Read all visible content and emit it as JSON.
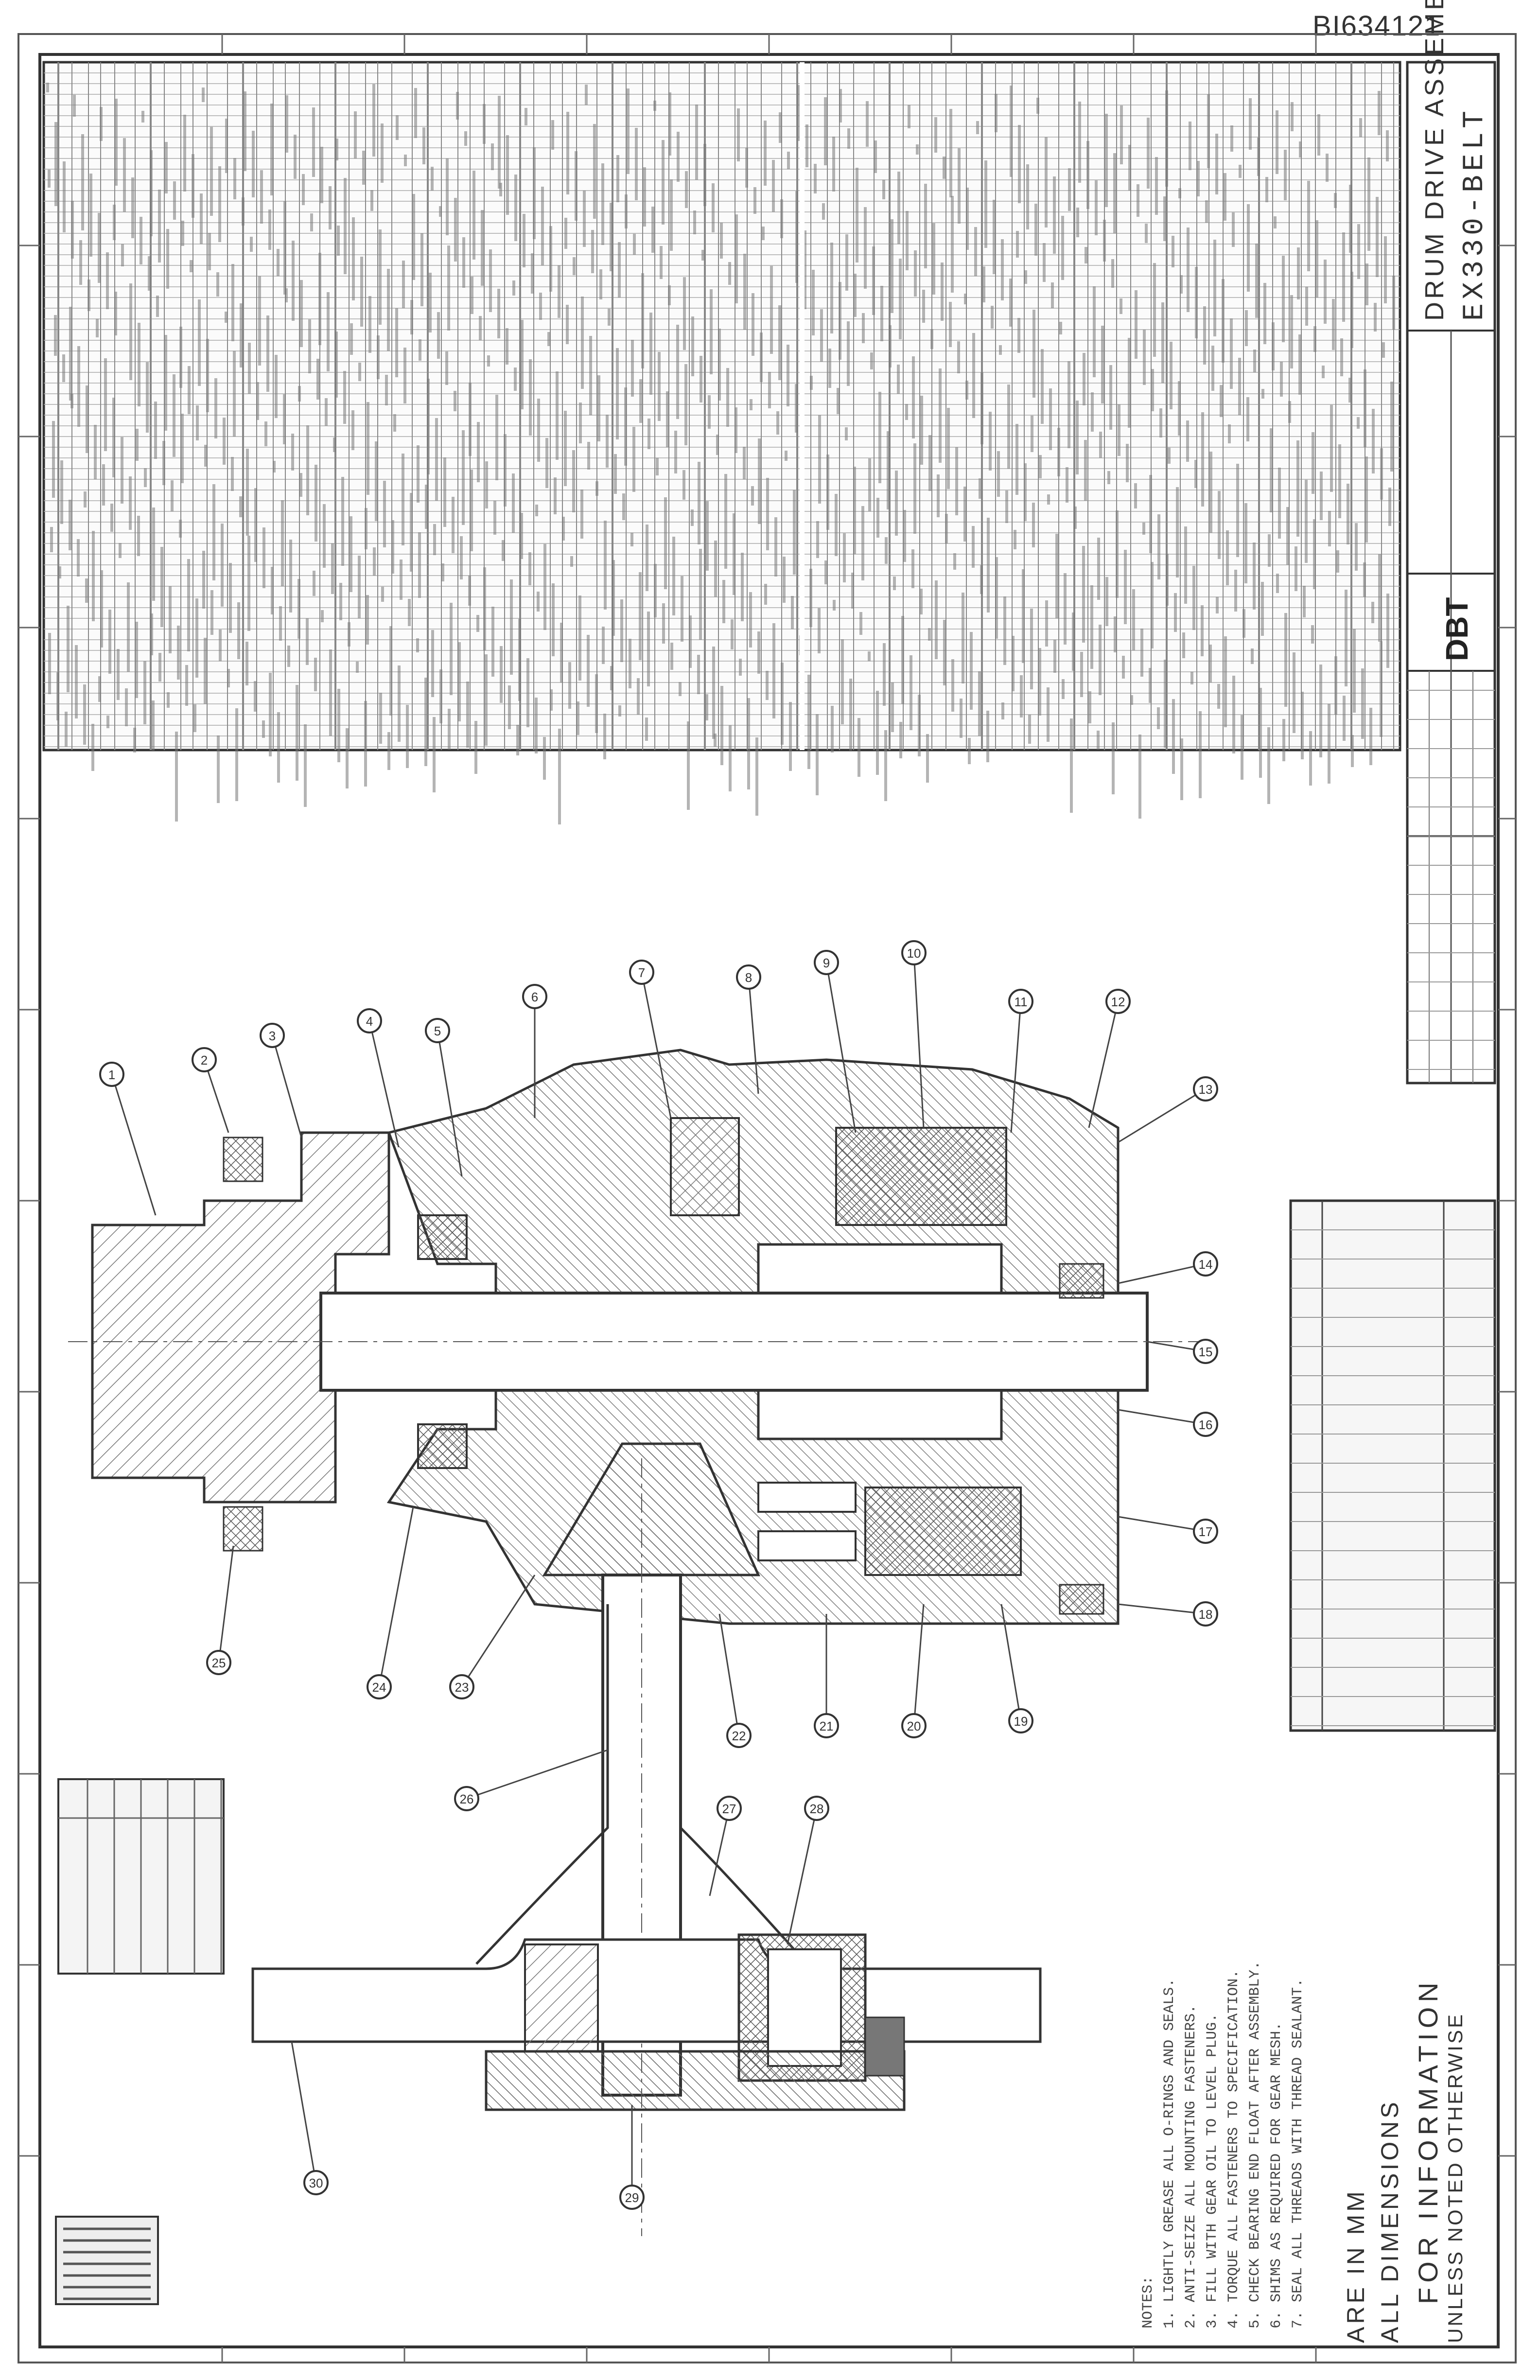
{
  "document_number": "BI634121",
  "title_block": {
    "title": "DRUM DRIVE ASSEMBLY R.H.",
    "model": "EX330-BELT"
  },
  "logo": {
    "text": "DBT"
  },
  "stamp": {
    "line1": "ALL DIMENSIONS",
    "line2": "ARE IN MM",
    "line3": "UNLESS NOTED OTHERWISE"
  },
  "information_stamp": "FOR INFORMATION",
  "notes": {
    "heading": "NOTES:",
    "lines": [
      "1. LIGHTLY GREASE ALL O-RINGS AND SEALS.",
      "2. ANTI-SEIZE ALL MOUNTING FASTENERS.",
      "3. FILL WITH GEAR OIL TO LEVEL PLUG.",
      "4. TORQUE ALL FASTENERS TO SPECIFICATION.",
      "5. CHECK BEARING END FLOAT AFTER ASSEMBLY.",
      "6. SHIMS AS REQUIRED FOR GEAR MESH.",
      "7. SEAL ALL THREADS WITH THREAD SEALANT."
    ]
  },
  "callouts": [
    "1",
    "2",
    "3",
    "4",
    "5",
    "6",
    "7",
    "8",
    "9",
    "10",
    "11",
    "12",
    "13",
    "14",
    "15",
    "16",
    "17",
    "18",
    "19",
    "20",
    "21",
    "22",
    "23",
    "24",
    "25",
    "26",
    "27",
    "28",
    "29",
    "30"
  ],
  "colors": {
    "line": "#333333",
    "hatch": "#6e6e6e",
    "grey": "#9a9a9a",
    "bg": "#ffffff"
  }
}
